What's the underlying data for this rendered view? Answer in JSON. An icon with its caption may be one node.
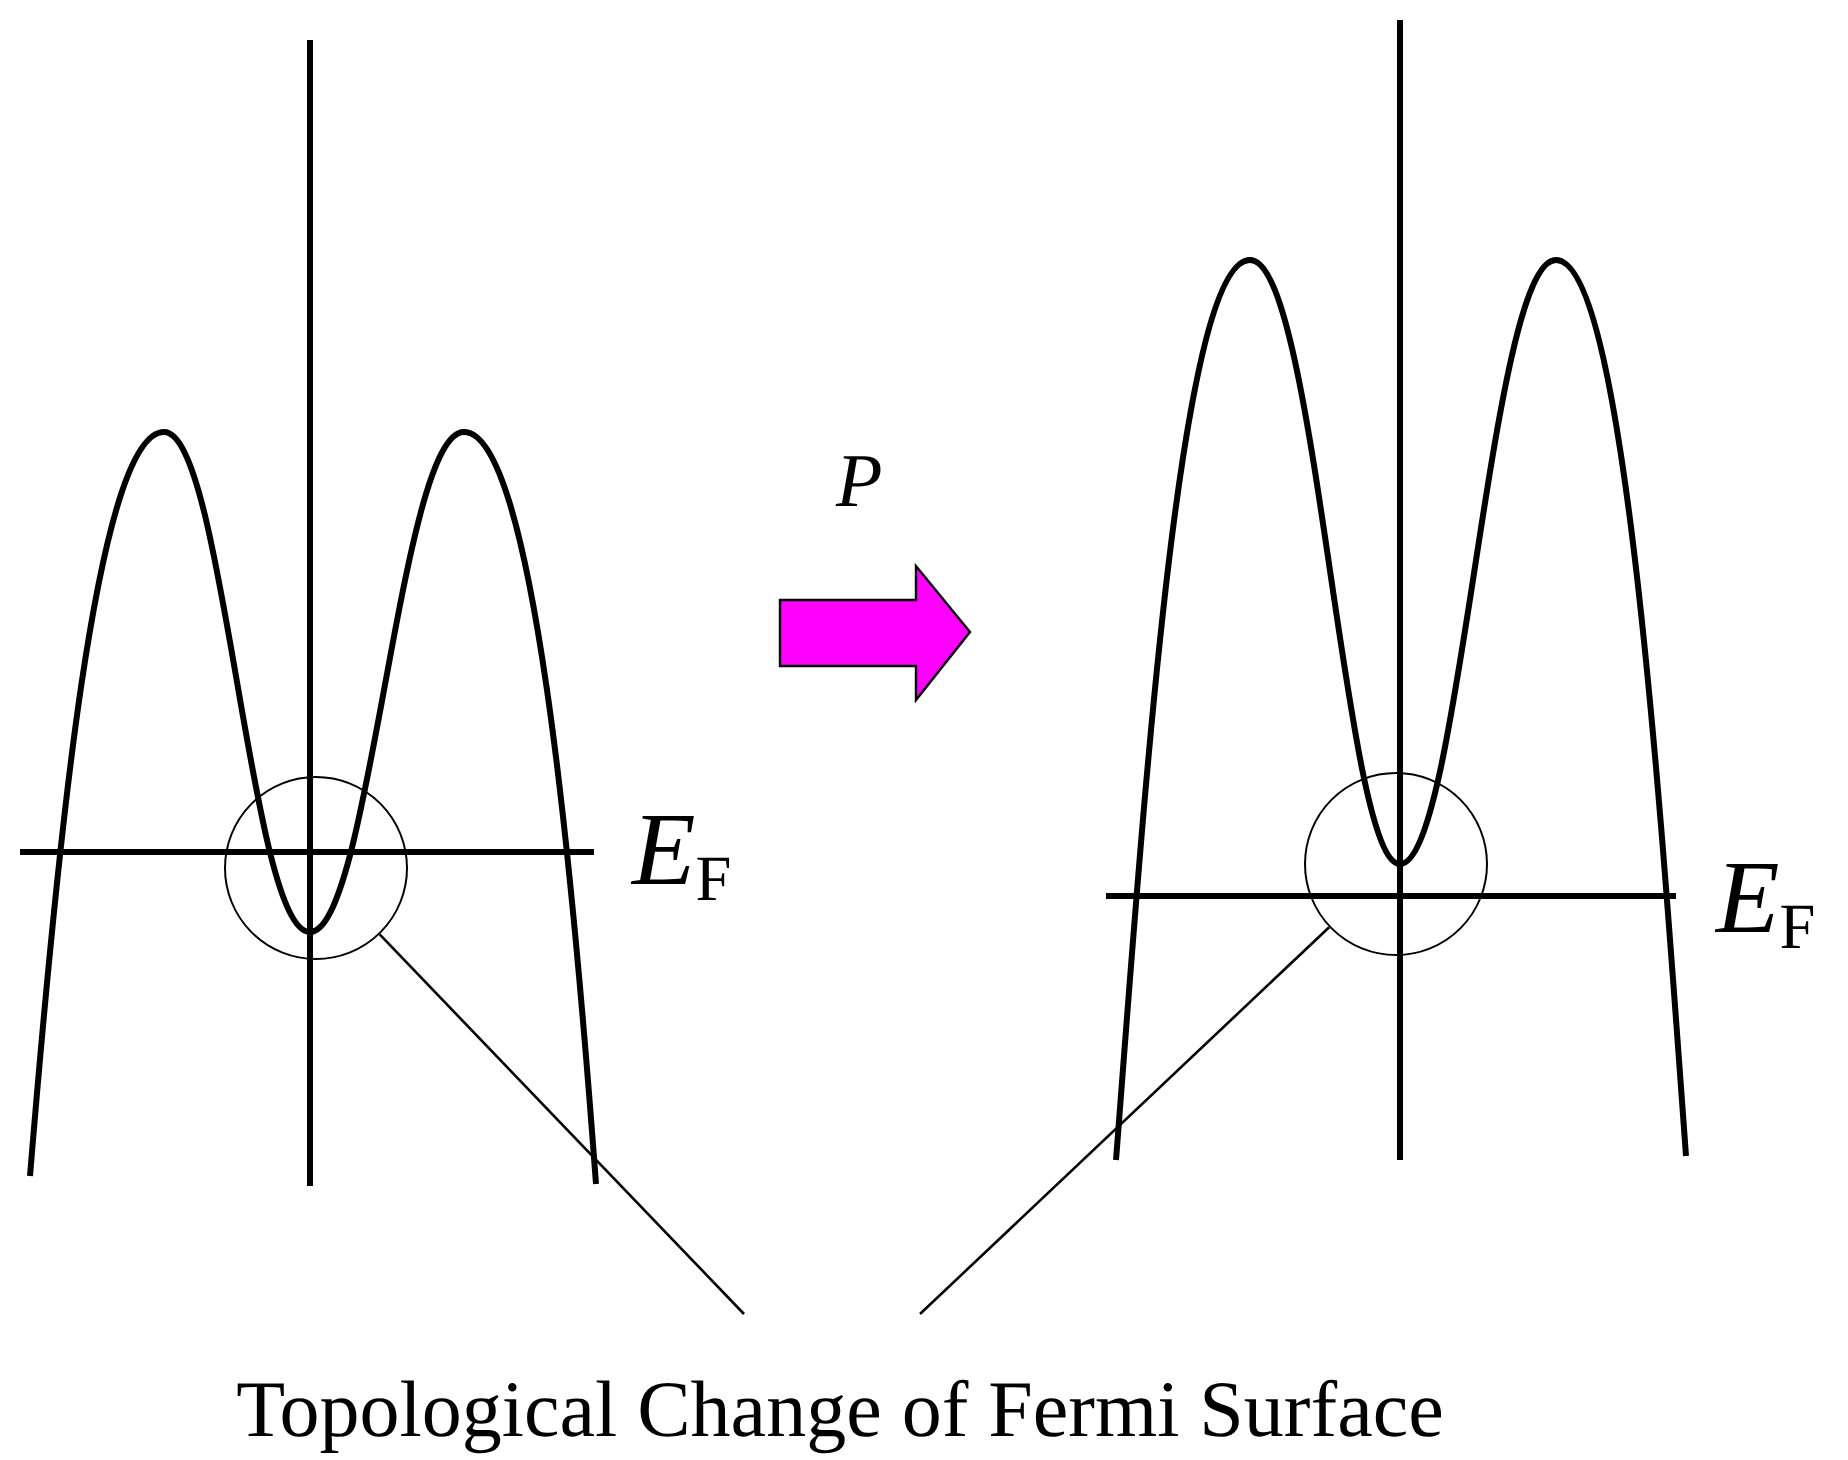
{
  "diagram": {
    "nodes": [
      {
        "text": [],
        "shape": "circle"
      },
      {
        "text": [],
        "shape": "circle"
      },
      {
        "text": [
          "Topological Change of Fermi Surface"
        ]
      }
    ],
    "edges": [
      {
        "from": 2,
        "to": 0,
        "arrow": "none"
      },
      {
        "from": 2,
        "to": 1,
        "arrow": "none"
      }
    ],
    "labels": [
      "*P*",
      "*E*$_{F}$",
      "*E*$_{F}$"
    ]
  }
}
